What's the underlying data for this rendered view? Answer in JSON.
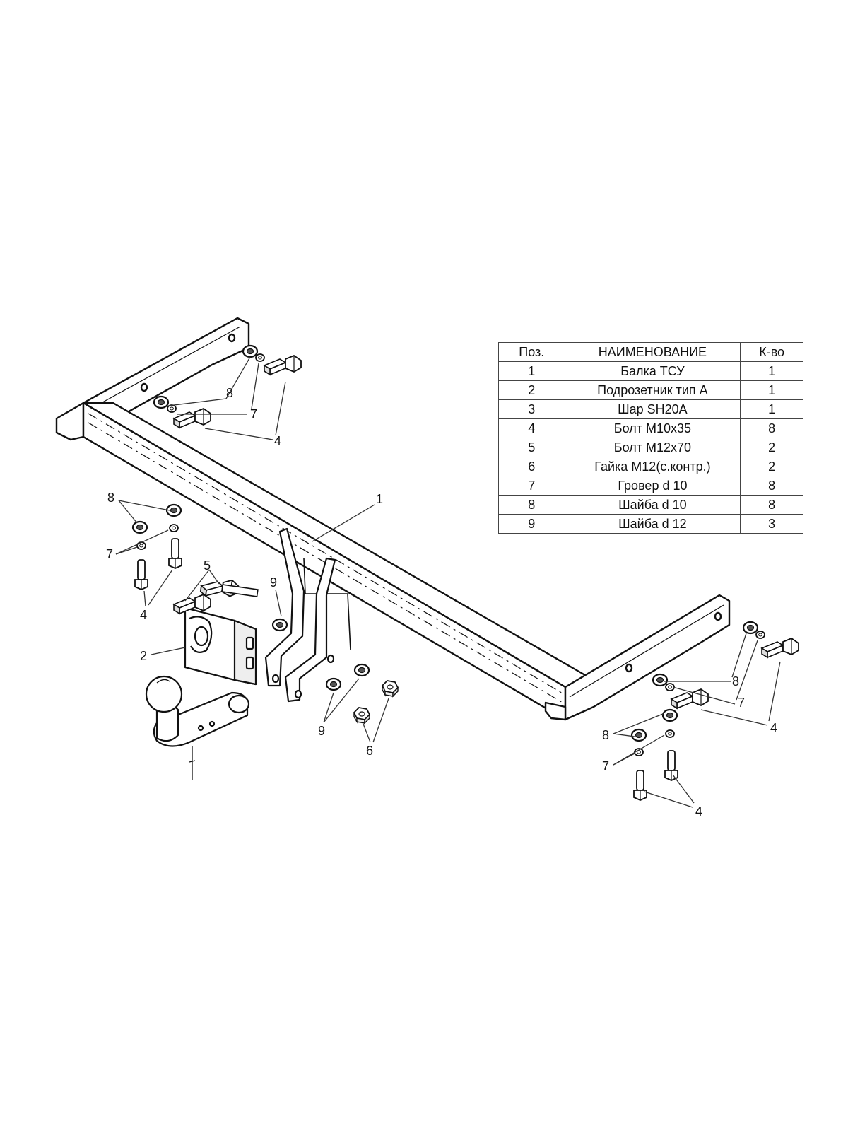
{
  "table": {
    "headers": [
      "Поз.",
      "НАИМЕНОВАНИЕ",
      "К-во"
    ],
    "rows": [
      {
        "pos": "1",
        "name": "Балка ТСУ",
        "qty": "1"
      },
      {
        "pos": "2",
        "name": "Подрозетник тип А",
        "qty": "1"
      },
      {
        "pos": "3",
        "name": "Шар SH20A",
        "qty": "1"
      },
      {
        "pos": "4",
        "name": "Болт М10х35",
        "qty": "8"
      },
      {
        "pos": "5",
        "name": "Болт М12х70",
        "qty": "2"
      },
      {
        "pos": "6",
        "name": "Гайка М12(с.контр.)",
        "qty": "2"
      },
      {
        "pos": "7",
        "name": "Гровер d 10",
        "qty": "8"
      },
      {
        "pos": "8",
        "name": "Шайба d 10",
        "qty": "8"
      },
      {
        "pos": "9",
        "name": "Шайба d 12",
        "qty": "3"
      }
    ]
  },
  "callouts": {
    "c1": "1",
    "c2": "2",
    "c4a": "4",
    "c4b": "4",
    "c4c": "4",
    "c4d": "4",
    "c5": "5",
    "c6": "6",
    "c7a": "7",
    "c7b": "7",
    "c7c": "7",
    "c7d": "7",
    "c8a": "8",
    "c8b": "8",
    "c8c": "8",
    "c8d": "8",
    "c9a": "9",
    "c9b": "9"
  }
}
